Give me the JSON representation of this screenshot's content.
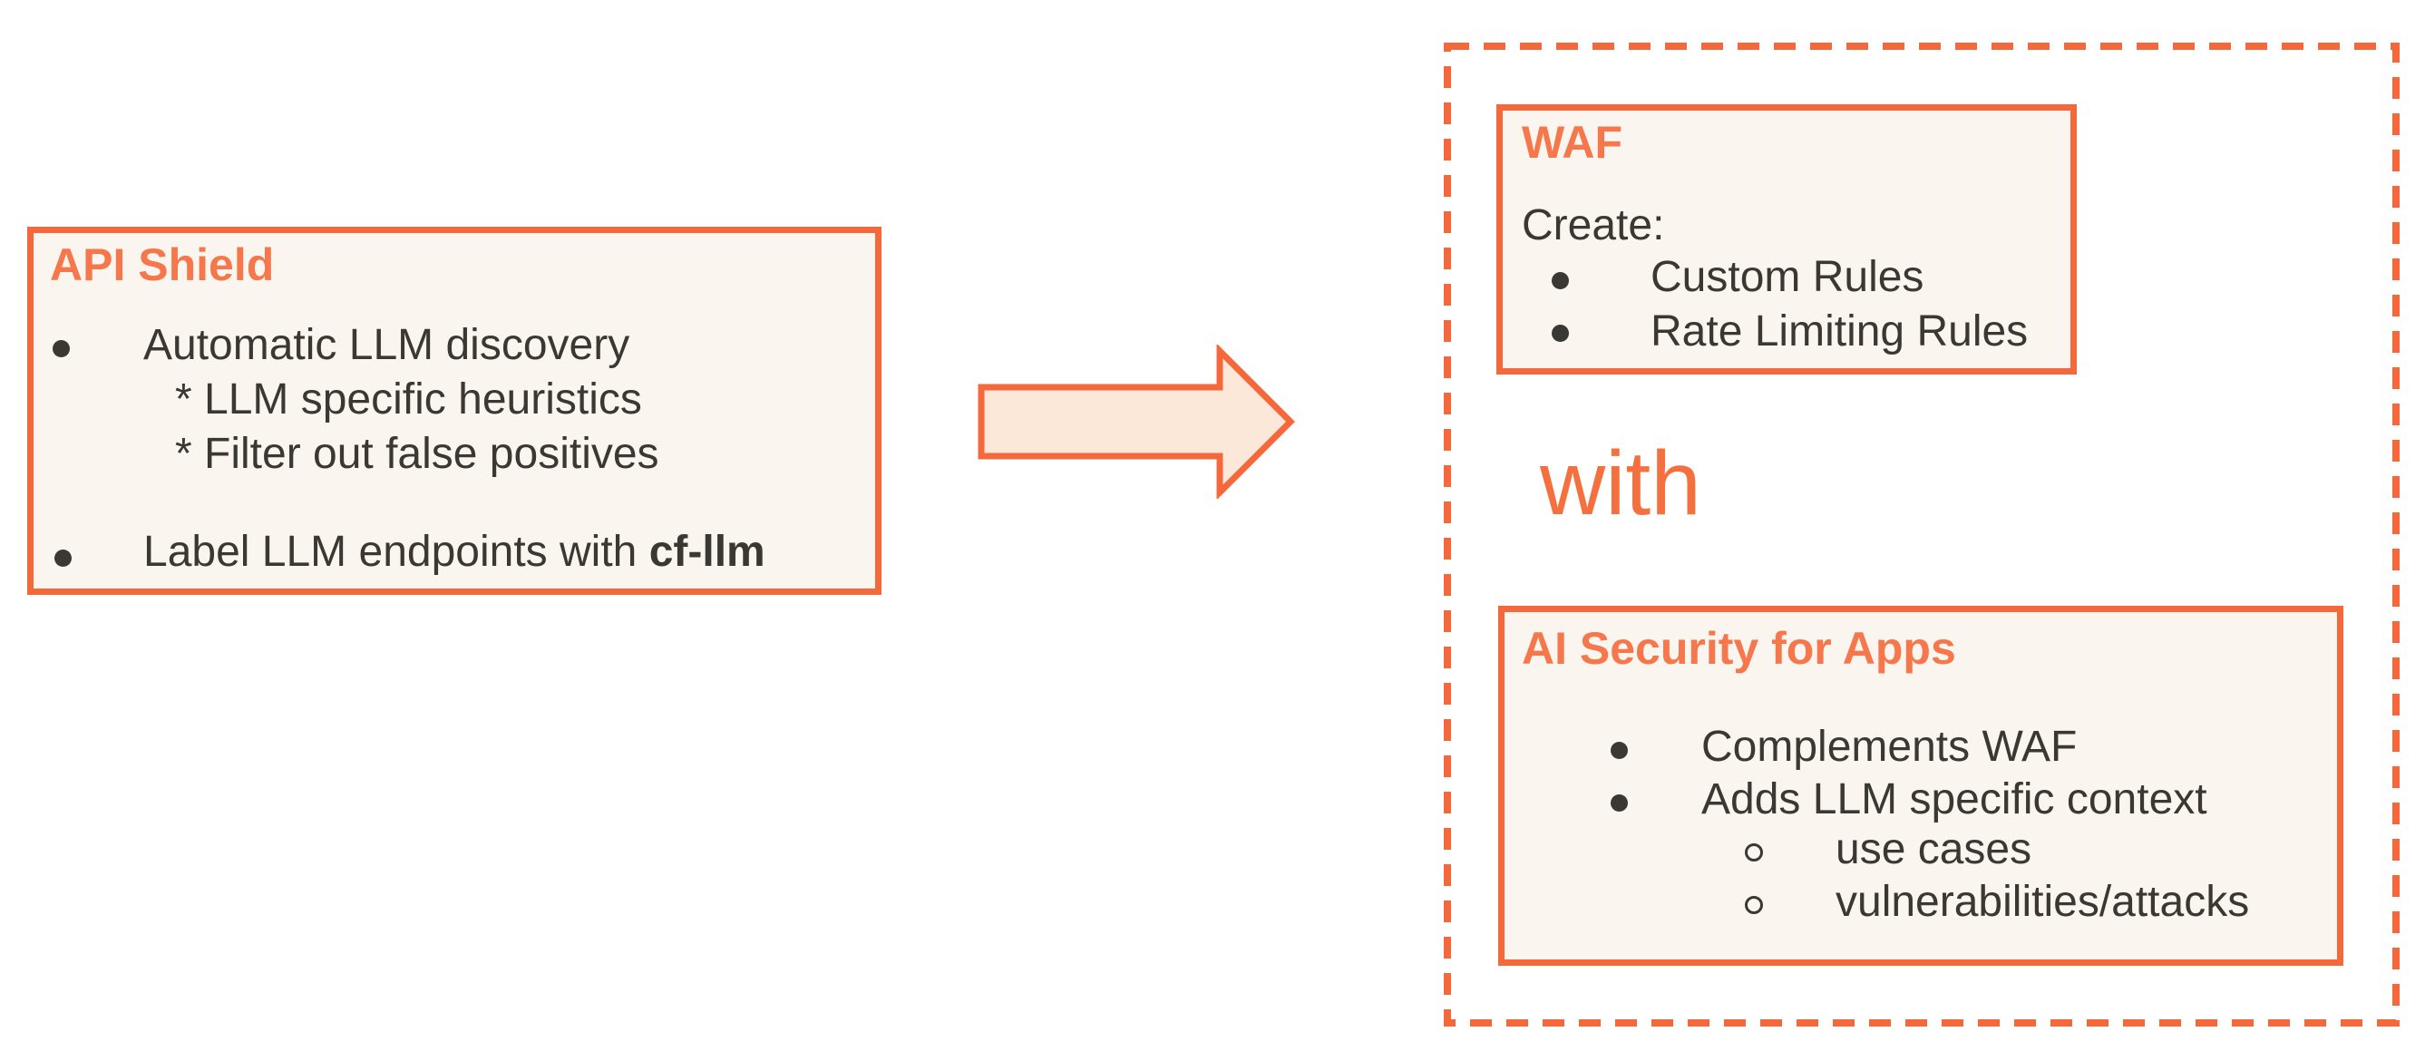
{
  "colors": {
    "accent_orange": "#F4683C",
    "heading_orange": "#F5774B",
    "box_background": "#FAF6EF",
    "arrow_fill": "#FCE8D8",
    "body_text": "#3B3833",
    "page_background": "#FFFFFF"
  },
  "api_shield_box": {
    "title": "API Shield",
    "bullet_1": "Automatic LLM discovery",
    "sub_bullet_1": "* LLM specific heuristics",
    "sub_bullet_2": "* Filter out false positives",
    "bullet_2_prefix": "Label LLM endpoints with ",
    "bullet_2_bold": "cf-llm"
  },
  "arrow": {
    "icon": "arrow-right"
  },
  "waf_group": {
    "waf_box": {
      "title": "WAF",
      "intro": "Create:",
      "bullet_1": "Custom Rules",
      "bullet_2": "Rate Limiting Rules"
    },
    "connector_text": "with",
    "ai_security_box": {
      "title": "AI Security for Apps",
      "bullet_1": "Complements WAF",
      "bullet_2": "Adds LLM specific context",
      "sub_bullet_1": "use cases",
      "sub_bullet_2": "vulnerabilities/attacks"
    }
  }
}
